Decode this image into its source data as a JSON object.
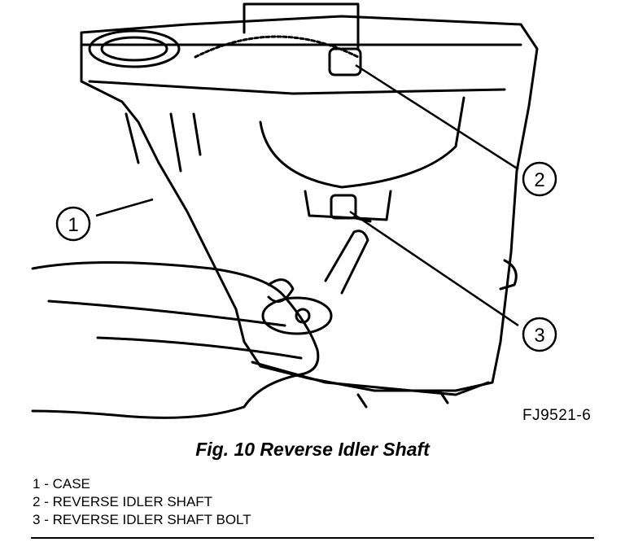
{
  "callouts": [
    {
      "num": "1"
    },
    {
      "num": "2"
    },
    {
      "num": "3"
    }
  ],
  "figure_code": "FJ9521-6",
  "caption": "Fig. 10 Reverse Idler Shaft",
  "legend": [
    {
      "num": "1",
      "sep": " - ",
      "label": "CASE"
    },
    {
      "num": "2",
      "sep": " - ",
      "label": "REVERSE IDLER SHAFT"
    },
    {
      "num": "3",
      "sep": " - ",
      "label": "REVERSE IDLER SHAFT BOLT"
    }
  ],
  "colors": {
    "ink": "#000000",
    "paper": "#ffffff"
  }
}
